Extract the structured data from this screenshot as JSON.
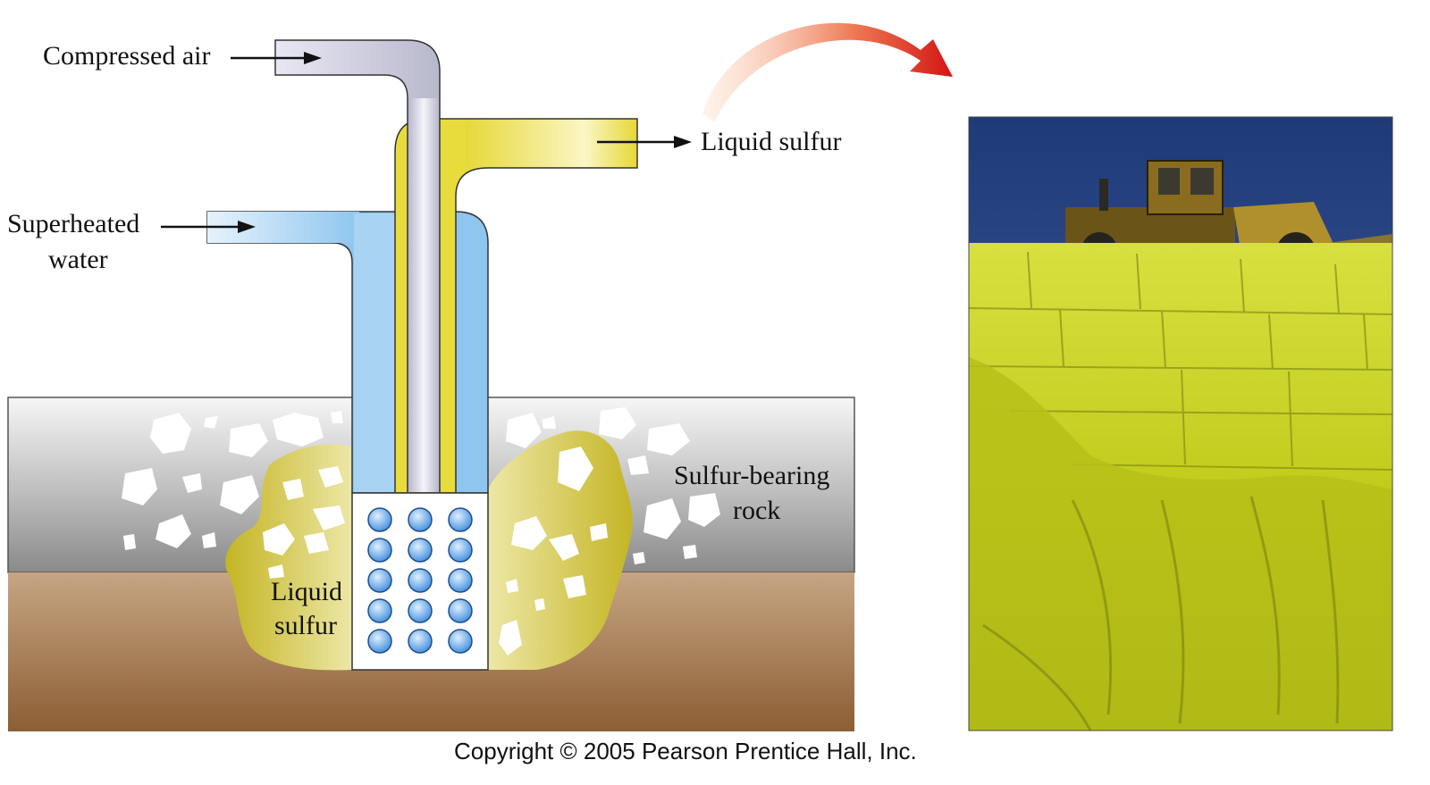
{
  "labels": {
    "compressed_air": "Compressed air",
    "superheated_line1": "Superheated",
    "superheated_line2": "water",
    "liquid_sulfur_out": "Liquid sulfur",
    "rock_line1": "Sulfur-bearing",
    "rock_line2": "rock",
    "pool_line1": "Liquid",
    "pool_line2": "sulfur"
  },
  "copyright": "Copyright © 2005 Pearson Prentice Hall, Inc.",
  "colors": {
    "air_pipe": "#d8d8e8",
    "water_pipe": "#8ec6ef",
    "sulfur_pipe": "#e8dc3c",
    "sulfur_pool": "#c8b82a",
    "rock_layer": "#9a9a9a",
    "soil_layer": "#9c7044",
    "photo_sky": "#2c4a88",
    "photo_sulfur": "#cfd820",
    "arrow_red": "#d42020"
  },
  "icons": {
    "transition_arrow": "curved-arrow-icon",
    "flow_arrow": "right-arrow-icon"
  }
}
